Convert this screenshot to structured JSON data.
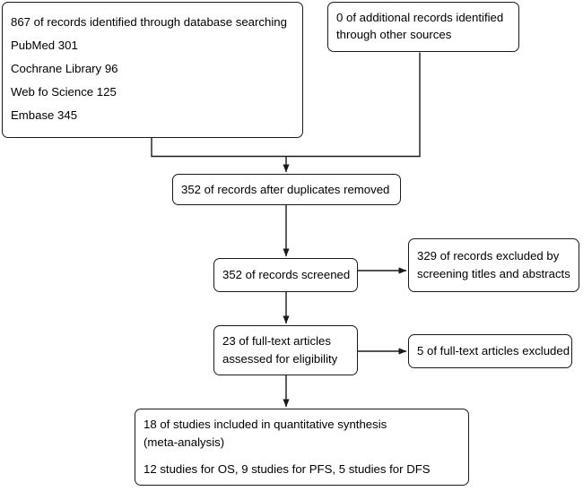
{
  "diagram": {
    "type": "prisma-flow-diagram",
    "colors": {
      "stroke": "#1a1a1a",
      "background": "#ffffff",
      "text": "#000000"
    },
    "boxes": {
      "identified": {
        "lines": [
          "867 of records identified through database searching",
          "PubMed 301",
          "Cochrane Library 96",
          "Web fo Science 125",
          "Embase 345"
        ]
      },
      "other_sources": {
        "lines": [
          "0 of additional records identified",
          "through other sources"
        ]
      },
      "duplicates": {
        "lines": [
          "352 of records after duplicates removed"
        ]
      },
      "screened": {
        "lines": [
          "352 of records screened"
        ]
      },
      "records_excluded": {
        "lines": [
          "329 of records excluded by",
          "screening titles and abstracts"
        ]
      },
      "fulltext_assessed": {
        "lines": [
          "23 of full-text articles",
          "assessed for eligibility"
        ]
      },
      "fulltext_excluded": {
        "lines": [
          "5 of full-text articles excluded"
        ]
      },
      "included": {
        "lines": [
          "18 of studies included in quantitative synthesis",
          "(meta-analysis)",
          "12 studies for OS, 9 studies for PFS, 5 studies for DFS"
        ]
      }
    }
  }
}
